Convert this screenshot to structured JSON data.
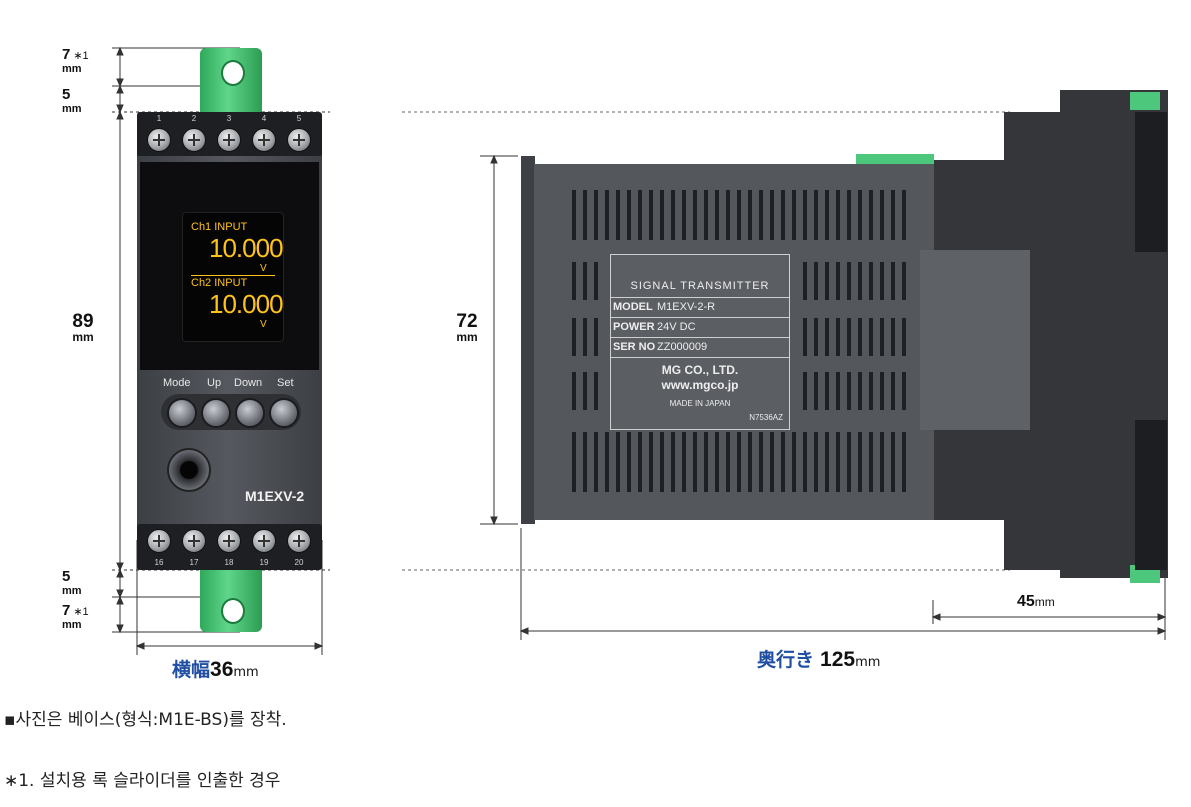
{
  "front": {
    "dims": {
      "top_lock": {
        "value": "7",
        "unit": "mm",
        "mark": "∗1"
      },
      "top_gap": {
        "value": "5",
        "unit": "mm"
      },
      "height": {
        "value": "89",
        "unit": "mm"
      },
      "bottom_gap": {
        "value": "5",
        "unit": "mm"
      },
      "bottom_lock": {
        "value": "7",
        "unit": "mm",
        "mark": "∗1"
      }
    },
    "width_label": {
      "prefix": "横幅",
      "value": "36",
      "unit": "mm"
    },
    "terminals_top": [
      "1",
      "2",
      "3",
      "4",
      "5"
    ],
    "terminals_bottom": [
      "16",
      "17",
      "18",
      "19",
      "20"
    ],
    "display": {
      "ch1_label": "Ch1 INPUT",
      "ch1_value": "10.000",
      "ch1_unit": "V",
      "ch2_label": "Ch2 INPUT",
      "ch2_value": "10.000",
      "ch2_unit": "V"
    },
    "buttons": [
      "Mode",
      "Up",
      "Down",
      "Set"
    ],
    "model_name": "M1EXV-2"
  },
  "side": {
    "height_dim": {
      "value": "72",
      "unit": "mm"
    },
    "depth_label": {
      "prefix": "奥行き",
      "value": "125",
      "unit": "mm"
    },
    "base_depth": {
      "value": "45",
      "unit": "mm"
    },
    "nameplate": {
      "title": "SIGNAL TRANSMITTER",
      "rows": [
        {
          "key": "MODEL",
          "value": "M1EXV-2-R"
        },
        {
          "key": "POWER",
          "value": "24V DC"
        },
        {
          "key": "SER NO",
          "value": "ZZ000009"
        }
      ],
      "company": "MG CO., LTD.",
      "website": "www.mgco.jp",
      "origin": "MADE IN JAPAN",
      "code": "N7536AZ"
    }
  },
  "notes": {
    "line1": "▪사진은 베이스(형식:M1E-BS)를 장착.",
    "line2": "∗1. 설치용 록 슬라이더를 인출한 경우"
  },
  "colors": {
    "green_clip": "#3dbd6a",
    "body_dark": "#4a4d52",
    "screen": "#111111",
    "oled_text": "#ffc21c",
    "label_blue": "#1f4ea3"
  }
}
